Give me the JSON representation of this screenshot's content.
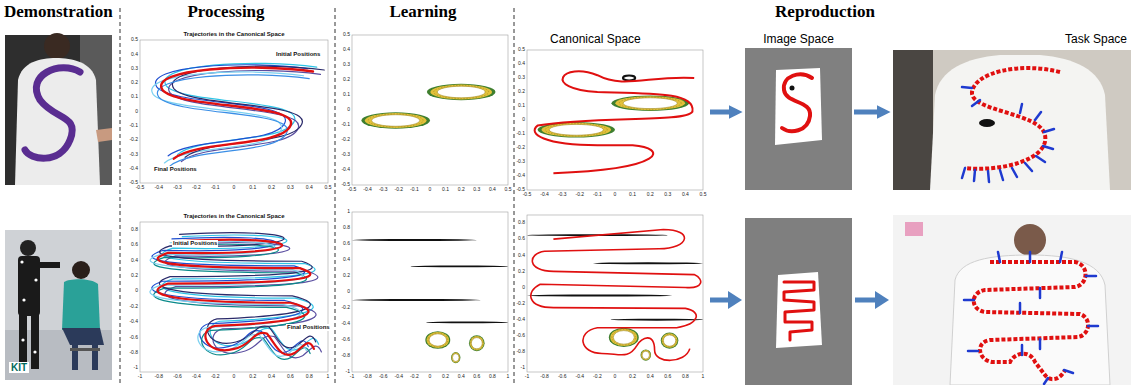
{
  "diagram": {
    "nodes": [
      {
        "text": [
          "Canonical Space"
        ]
      },
      {
        "text": [
          "Image Space"
        ]
      },
      {
        "text": [
          "Task Space"
        ]
      }
    ],
    "edges": [
      {
        "from": 0,
        "to": 1,
        "arrow": "to"
      },
      {
        "from": 1,
        "to": 2,
        "arrow": "to"
      }
    ],
    "labels": [
      "Demonstration",
      "Processing",
      "Learning",
      "Reproduction",
      "KIT",
      "Trajectories in the Canonical Space",
      "Initial Positions",
      "Final Positions",
      "Trajectories in the Canonical Space",
      "Initial Positions",
      "Final Positions",
      "0.5",
      "0.4",
      "0.3",
      "0.2",
      "0.1",
      "0",
      "-0.1",
      "-0.2",
      "-0.3",
      "-0.4",
      "-0.5",
      "-0.5",
      "-0.4",
      "-0.3",
      "-0.2",
      "-0.1",
      "0",
      "0.1",
      "0.2",
      "0.3",
      "0.4",
      "0.5",
      "0.5",
      "0.4",
      "0.3",
      "0.2",
      "0.1",
      "0",
      "-0.1",
      "-0.2",
      "-0.3",
      "-0.4",
      "-0.5",
      "-0.5",
      "-0.4",
      "-0.3",
      "-0.2",
      "-0.1",
      "0",
      "0.1",
      "0.2",
      "0.3",
      "0.4",
      "0.5",
      "0.5",
      "0.4",
      "0.3",
      "0.2",
      "0.1",
      "0",
      "-0.1",
      "-0.2",
      "-0.3",
      "-0.4",
      "-0.5",
      "-0.5",
      "-0.4",
      "-0.3",
      "-0.2",
      "-0.1",
      "0",
      "0.1",
      "0.2",
      "0.3",
      "0.4",
      "0.5",
      "0.8",
      "0.6",
      "0.4",
      "0.2",
      "0",
      "-0.2",
      "-0.4",
      "-0.6",
      "-0.8",
      "-1",
      "-1",
      "-0.8",
      "-0.6",
      "-0.4",
      "-0.2",
      "0",
      "0.2",
      "0.4",
      "0.6",
      "0.8",
      "1",
      "1",
      "0.8",
      "0.6",
      "0.4",
      "0.2",
      "0",
      "-0.2",
      "-0.4",
      "-0.6",
      "-0.8",
      "-1",
      "-1",
      "-0.8",
      "-0.6",
      "-0.4",
      "-0.2",
      "0",
      "0.2",
      "0.4",
      "0.6",
      "0.8",
      "1",
      "0.8",
      "0.6",
      "0.4",
      "0.2",
      "0",
      "-0.2",
      "-0.4",
      "-0.6",
      "-0.8",
      "-1",
      "-1",
      "-0.8",
      "-0.6",
      "-0.4",
      "-0.2",
      "0",
      "0.2",
      "0.4",
      "0.6",
      "0.8",
      "1"
    ]
  }
}
